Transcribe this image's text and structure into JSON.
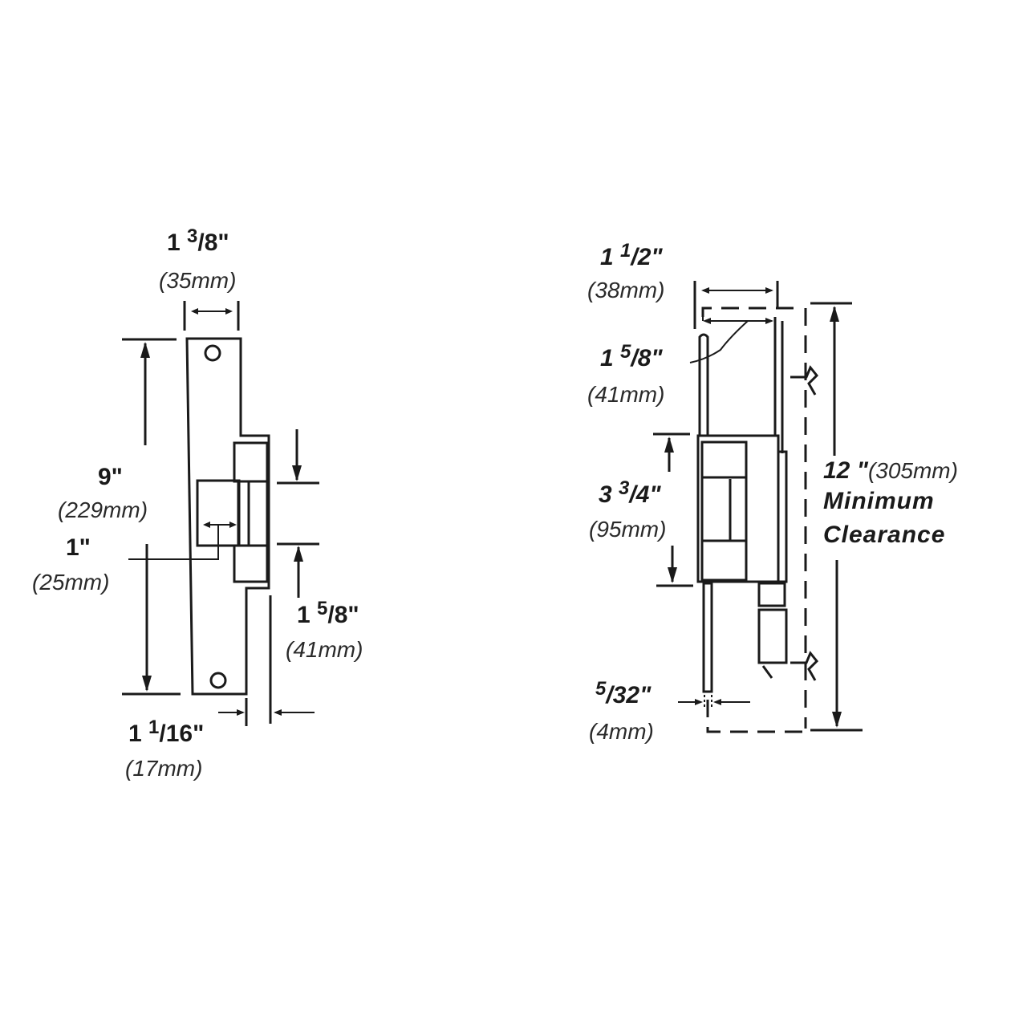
{
  "diagram": {
    "type": "technical-dimension-drawing",
    "subject": "electric strike — faceplate and side views",
    "line_color": "#1a1a1a",
    "background": "#ffffff"
  },
  "front_view": {
    "faceplate_width": {
      "whole": "1",
      "num": "3",
      "den": "/8\"",
      "mm": "(35mm)"
    },
    "height": {
      "value": "9\"",
      "mm": "(229mm)"
    },
    "lip_offset": {
      "value": "1\"",
      "mm": "(25mm)"
    },
    "keeper_height": {
      "whole": "1",
      "num": "5",
      "den": "/8\"",
      "mm": "(41mm)"
    },
    "depth": {
      "whole": "1",
      "num": "1",
      "den": "/16\"",
      "mm": "(17mm)"
    }
  },
  "side_view": {
    "overall_width": {
      "whole": "1",
      "num": "1",
      "den": "/2\"",
      "mm": "(38mm)"
    },
    "inner_width": {
      "whole": "1",
      "num": "5",
      "den": "/8\"",
      "mm": "(41mm)"
    },
    "body_height": {
      "whole": "3",
      "num": "3",
      "den": "/4\"",
      "mm": "(95mm)"
    },
    "plate_thickness": {
      "num": "5",
      "den": "/32\"",
      "mm": "(4mm)"
    },
    "clearance": {
      "value": "12 \"",
      "mm": "(305mm)",
      "line1": "Minimum",
      "line2": "Clearance"
    }
  }
}
